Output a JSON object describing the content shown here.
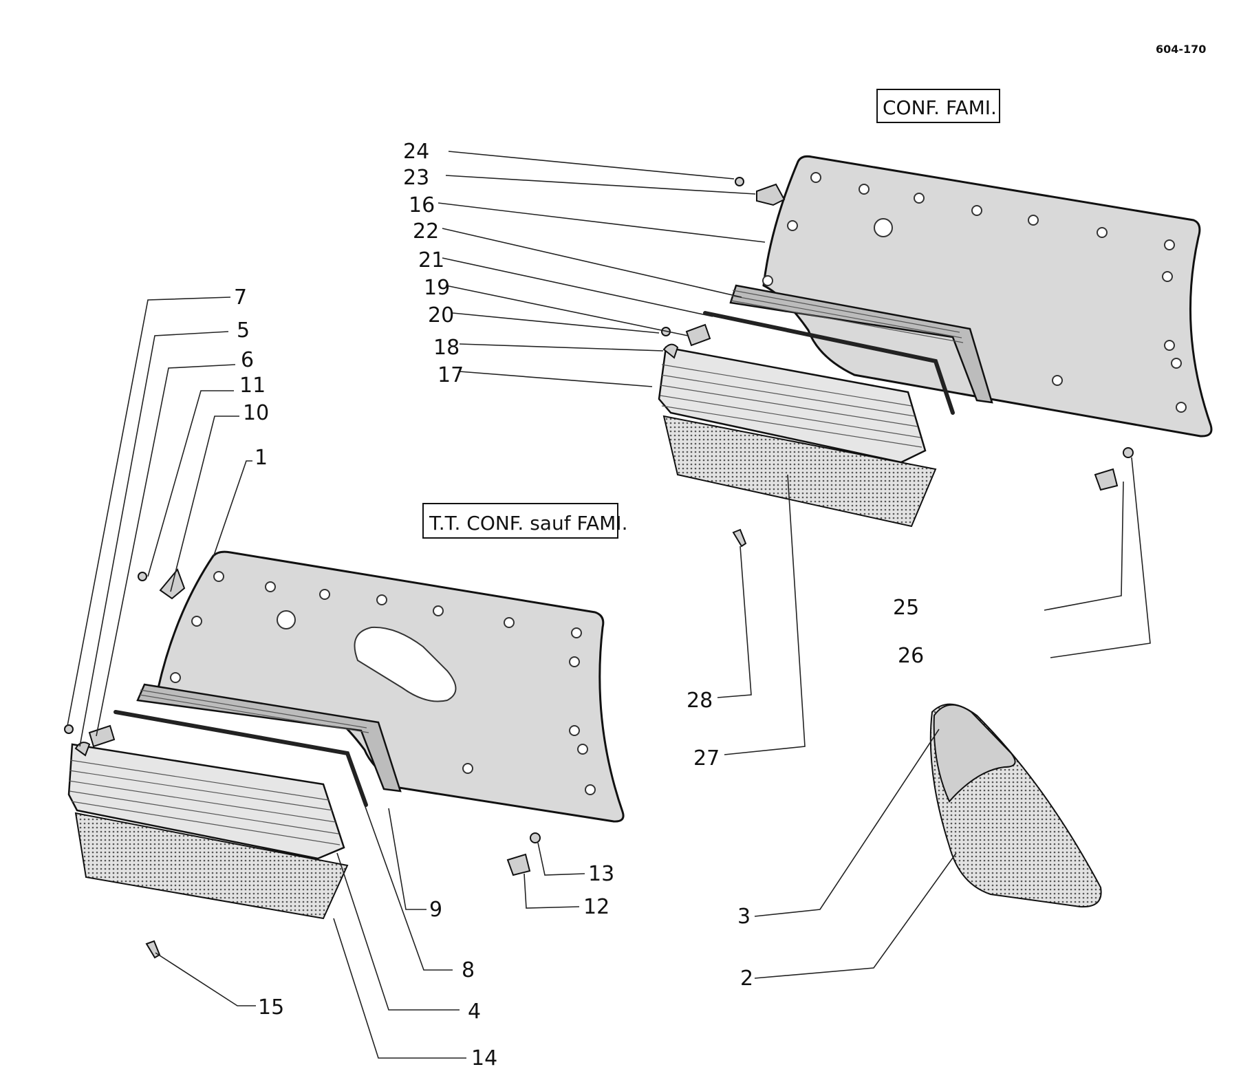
{
  "ref_code": "604-170",
  "labels": {
    "conf_fami": "CONF. FAMI.",
    "tt_conf": "T.T. CONF. sauf FAMI."
  },
  "callouts": {
    "c1": "1",
    "c2": "2",
    "c3": "3",
    "c4": "4",
    "c5": "5",
    "c6": "6",
    "c7": "7",
    "c8": "8",
    "c9": "9",
    "c10": "10",
    "c11": "11",
    "c12": "12",
    "c13": "13",
    "c14": "14",
    "c15": "15",
    "c16": "16",
    "c17": "17",
    "c18": "18",
    "c19": "19",
    "c20": "20",
    "c21": "21",
    "c22": "22",
    "c23": "23",
    "c24": "24",
    "c25": "25",
    "c26": "26",
    "c27": "27",
    "c28": "28"
  }
}
